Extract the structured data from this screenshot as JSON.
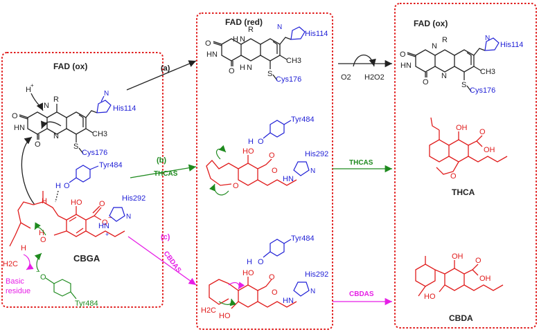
{
  "colors": {
    "box": "#e01b1b",
    "ink": "#222222",
    "blue": "#1f1fd6",
    "red": "#e01b1b",
    "green": "#1e8a1e",
    "magenta": "#e61ee6"
  },
  "left": {
    "fad_label": "FAD (ox)",
    "h_plus": "H",
    "plus": "+",
    "r": "R",
    "n": "N",
    "hn": "HN",
    "h": "H",
    "o": "O",
    "s": "S",
    "cys": "Cys176",
    "ch3": "CH3",
    "his114": "His114",
    "tyr484_top": "Tyr484",
    "his292": "His292",
    "cbga": "CBGA",
    "h2c": "H2C",
    "basic_residue": [
      "Basic",
      "residue"
    ],
    "tyr484_bottom": "Tyr484",
    "minus": "−"
  },
  "middle": {
    "fad_label": "FAD (red)",
    "r": "R",
    "n": "N",
    "h": "H",
    "hn": "HN",
    "o": "O",
    "s": "S",
    "cys": "Cys176",
    "ch3": "CH3",
    "his114": "His114",
    "tyr484_a": "Tyr484",
    "his292_a": "His292",
    "tyr484_b": "Tyr484",
    "his292_b": "His292",
    "ho": "HO",
    "h2c": "H2C"
  },
  "right": {
    "fad_label": "FAD (ox)",
    "r": "R",
    "n": "N",
    "hn": "HN",
    "o": "O",
    "s": "S",
    "cys": "Cys176",
    "ch3": "CH3",
    "his114": "His114",
    "oh": "OH",
    "thca": "THCA",
    "cbda": "CBDA",
    "ho": "HO"
  },
  "arrows": {
    "a": "(a)",
    "b": "(b)",
    "thcas_b": "THCAS",
    "c": "(c)",
    "cbdas_c": "CBDAS",
    "o2": "O2",
    "h2o2": "H2O2",
    "thcas_right": "THCAS",
    "cbdas_right": "CBDAS"
  }
}
